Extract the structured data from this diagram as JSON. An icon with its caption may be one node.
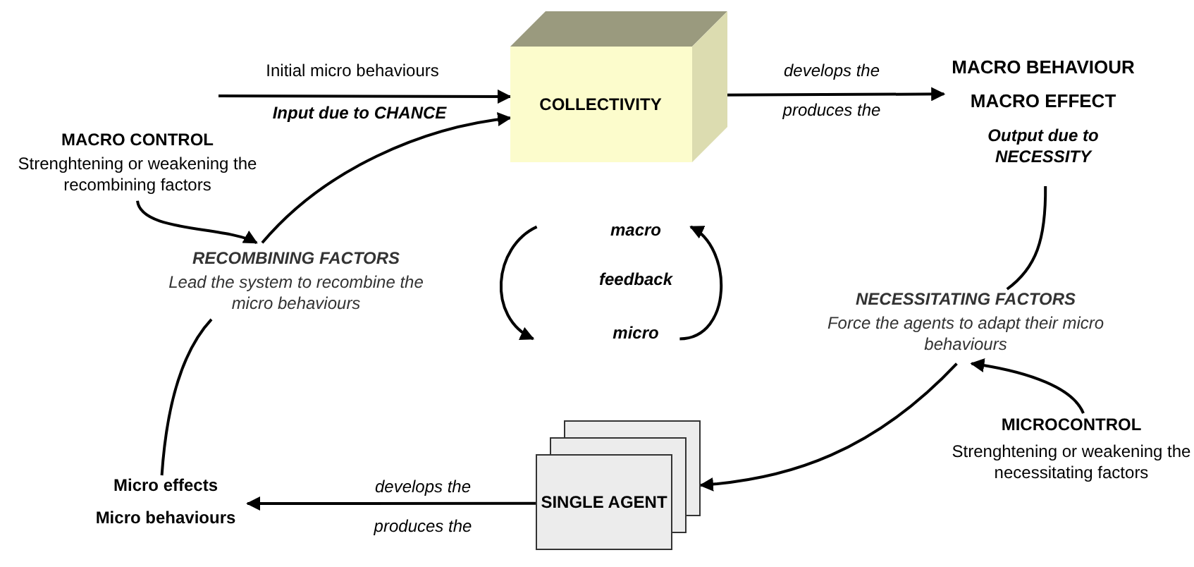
{
  "diagram": {
    "nodes": [
      {
        "text": [
          "COLLECTIVITY"
        ]
      },
      {
        "text": [
          "MACRO BEHAVIOUR",
          "MACRO EFFECT",
          "Output due to NECESSITY"
        ]
      },
      {
        "text": [
          "NECESSITATING FACTORS",
          "Force the agents to adapt their micro behaviours"
        ]
      },
      {
        "text": [
          "MICROCONTROL",
          "Strenghtening or weakening the necessitating factors"
        ]
      },
      {
        "text": [
          "SINGLE AGENT"
        ]
      },
      {
        "text": [
          "Micro effects",
          "Micro behaviours"
        ]
      },
      {
        "text": [
          "RECOMBINING FACTORS",
          "Lead the system to recombine the micro behaviours"
        ]
      },
      {
        "text": [
          "MACRO CONTROL",
          "Strenghtening or weakening the recombining factors"
        ]
      },
      {
        "text": [
          "macro"
        ]
      },
      {
        "text": [
          "micro"
        ]
      }
    ],
    "edges": [
      {
        "from": null,
        "to": 0,
        "arrow": "to",
        "label": "Initial micro behaviours"
      },
      {
        "from": 0,
        "to": 1,
        "arrow": "to",
        "label": "develops the"
      },
      {
        "from": 1,
        "to": 2,
        "arrow": "none"
      },
      {
        "from": 3,
        "to": 2,
        "arrow": "to"
      },
      {
        "from": 2,
        "to": 4,
        "arrow": "to"
      },
      {
        "from": 4,
        "to": 5,
        "arrow": "to",
        "label": "develops the"
      },
      {
        "from": 5,
        "to": 6,
        "arrow": "none"
      },
      {
        "from": 7,
        "to": 6,
        "arrow": "to"
      },
      {
        "from": 6,
        "to": 0,
        "arrow": "to"
      },
      {
        "from": 8,
        "to": 9,
        "arrow": "to"
      },
      {
        "from": 9,
        "to": 8,
        "arrow": "to"
      }
    ],
    "labels": [
      "Input due to CHANCE",
      "produces the",
      "feedback",
      "produces the"
    ]
  }
}
